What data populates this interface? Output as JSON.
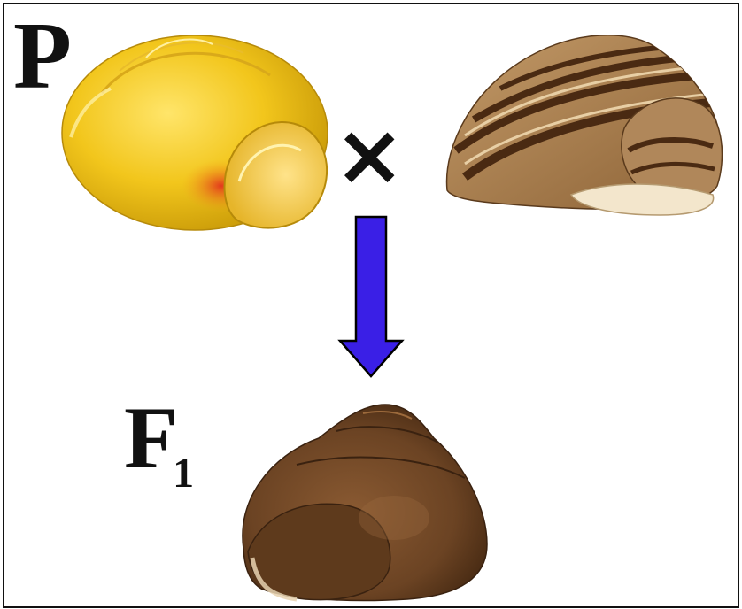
{
  "labels": {
    "parents": "P",
    "offspring": "F",
    "offspring_subscript": "1",
    "cross_symbol": "×"
  },
  "colors": {
    "arrow_fill": "#3a1fe6",
    "arrow_stroke": "#000000",
    "yellow_shell": "#f2c61c",
    "banded_shell": "#a07040",
    "offspring_shell": "#6e4524"
  },
  "icons": {
    "yellow_shell": "yellow-snail-shell-icon",
    "banded_shell": "banded-snail-shell-icon",
    "offspring_shell": "brown-snail-shell-icon",
    "arrow": "down-arrow-icon"
  }
}
